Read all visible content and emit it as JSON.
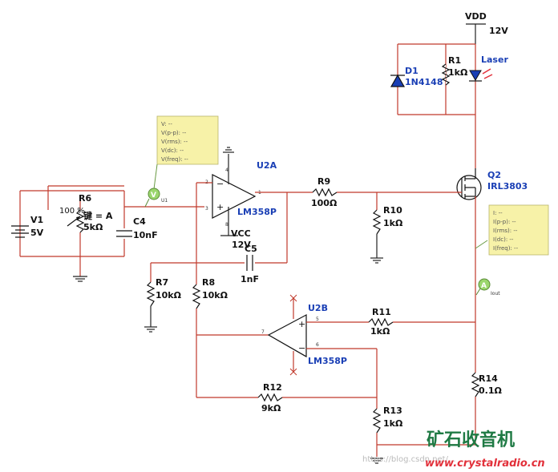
{
  "supply": {
    "net": "VDD",
    "voltage": "12V"
  },
  "opamp_supply": {
    "net": "VCC",
    "voltage": "12V"
  },
  "components": {
    "V1": {
      "name": "V1",
      "value": "5V"
    },
    "R6": {
      "name": "R6",
      "value": "5kΩ",
      "percent": "100 %",
      "key": "键 = A"
    },
    "C4": {
      "name": "C4",
      "value": "10nF"
    },
    "U2A": {
      "name": "U2A",
      "part": "LM358P"
    },
    "U2B": {
      "name": "U2B",
      "part": "LM358P"
    },
    "R9": {
      "name": "R9",
      "value": "100Ω"
    },
    "R10": {
      "name": "R10",
      "value": "1kΩ"
    },
    "C5": {
      "name": "C5",
      "value": "1nF"
    },
    "R7": {
      "name": "R7",
      "value": "10kΩ"
    },
    "R8": {
      "name": "R8",
      "value": "10kΩ"
    },
    "R11": {
      "name": "R11",
      "value": "1kΩ"
    },
    "R12": {
      "name": "R12",
      "value": "9kΩ"
    },
    "R13": {
      "name": "R13",
      "value": "1kΩ"
    },
    "R14": {
      "name": "R14",
      "value": "0.1Ω"
    },
    "R1": {
      "name": "R1",
      "value": "1kΩ"
    },
    "D1": {
      "name": "D1",
      "part": "1N4148"
    },
    "Q2": {
      "name": "Q2",
      "part": "IRL3803"
    },
    "Laser": {
      "name": "Laser"
    }
  },
  "probes": {
    "voltage": {
      "label": "U1",
      "symbol": "V",
      "lines": [
        "V: --",
        "V(p-p): --",
        "V(rms): --",
        "V(dc): --",
        "V(freq): --"
      ]
    },
    "current": {
      "label": "Iout",
      "symbol": "A",
      "lines": [
        "I: --",
        "I(p-p): --",
        "I(rms): --",
        "I(dc): --",
        "I(freq): --"
      ]
    }
  },
  "pins": {
    "u2a_inv": "2",
    "u2a_noninv": "3",
    "u2a_out": "1",
    "u2a_vneg": "4",
    "u2a_vpos": "8",
    "u2b_noninv": "5",
    "u2b_inv": "6",
    "u2b_out": "7"
  },
  "watermark": {
    "title": "矿石收音机",
    "url": "www.crystalradio.cn",
    "faint": "https://blog.csdn.net/..."
  },
  "colors": {
    "wire": "#c0392b",
    "label_blue": "#1a3fb5",
    "probe_bg": "#f7f2a8",
    "watermark_green": "#1f7a44",
    "watermark_red": "#e2303a"
  }
}
